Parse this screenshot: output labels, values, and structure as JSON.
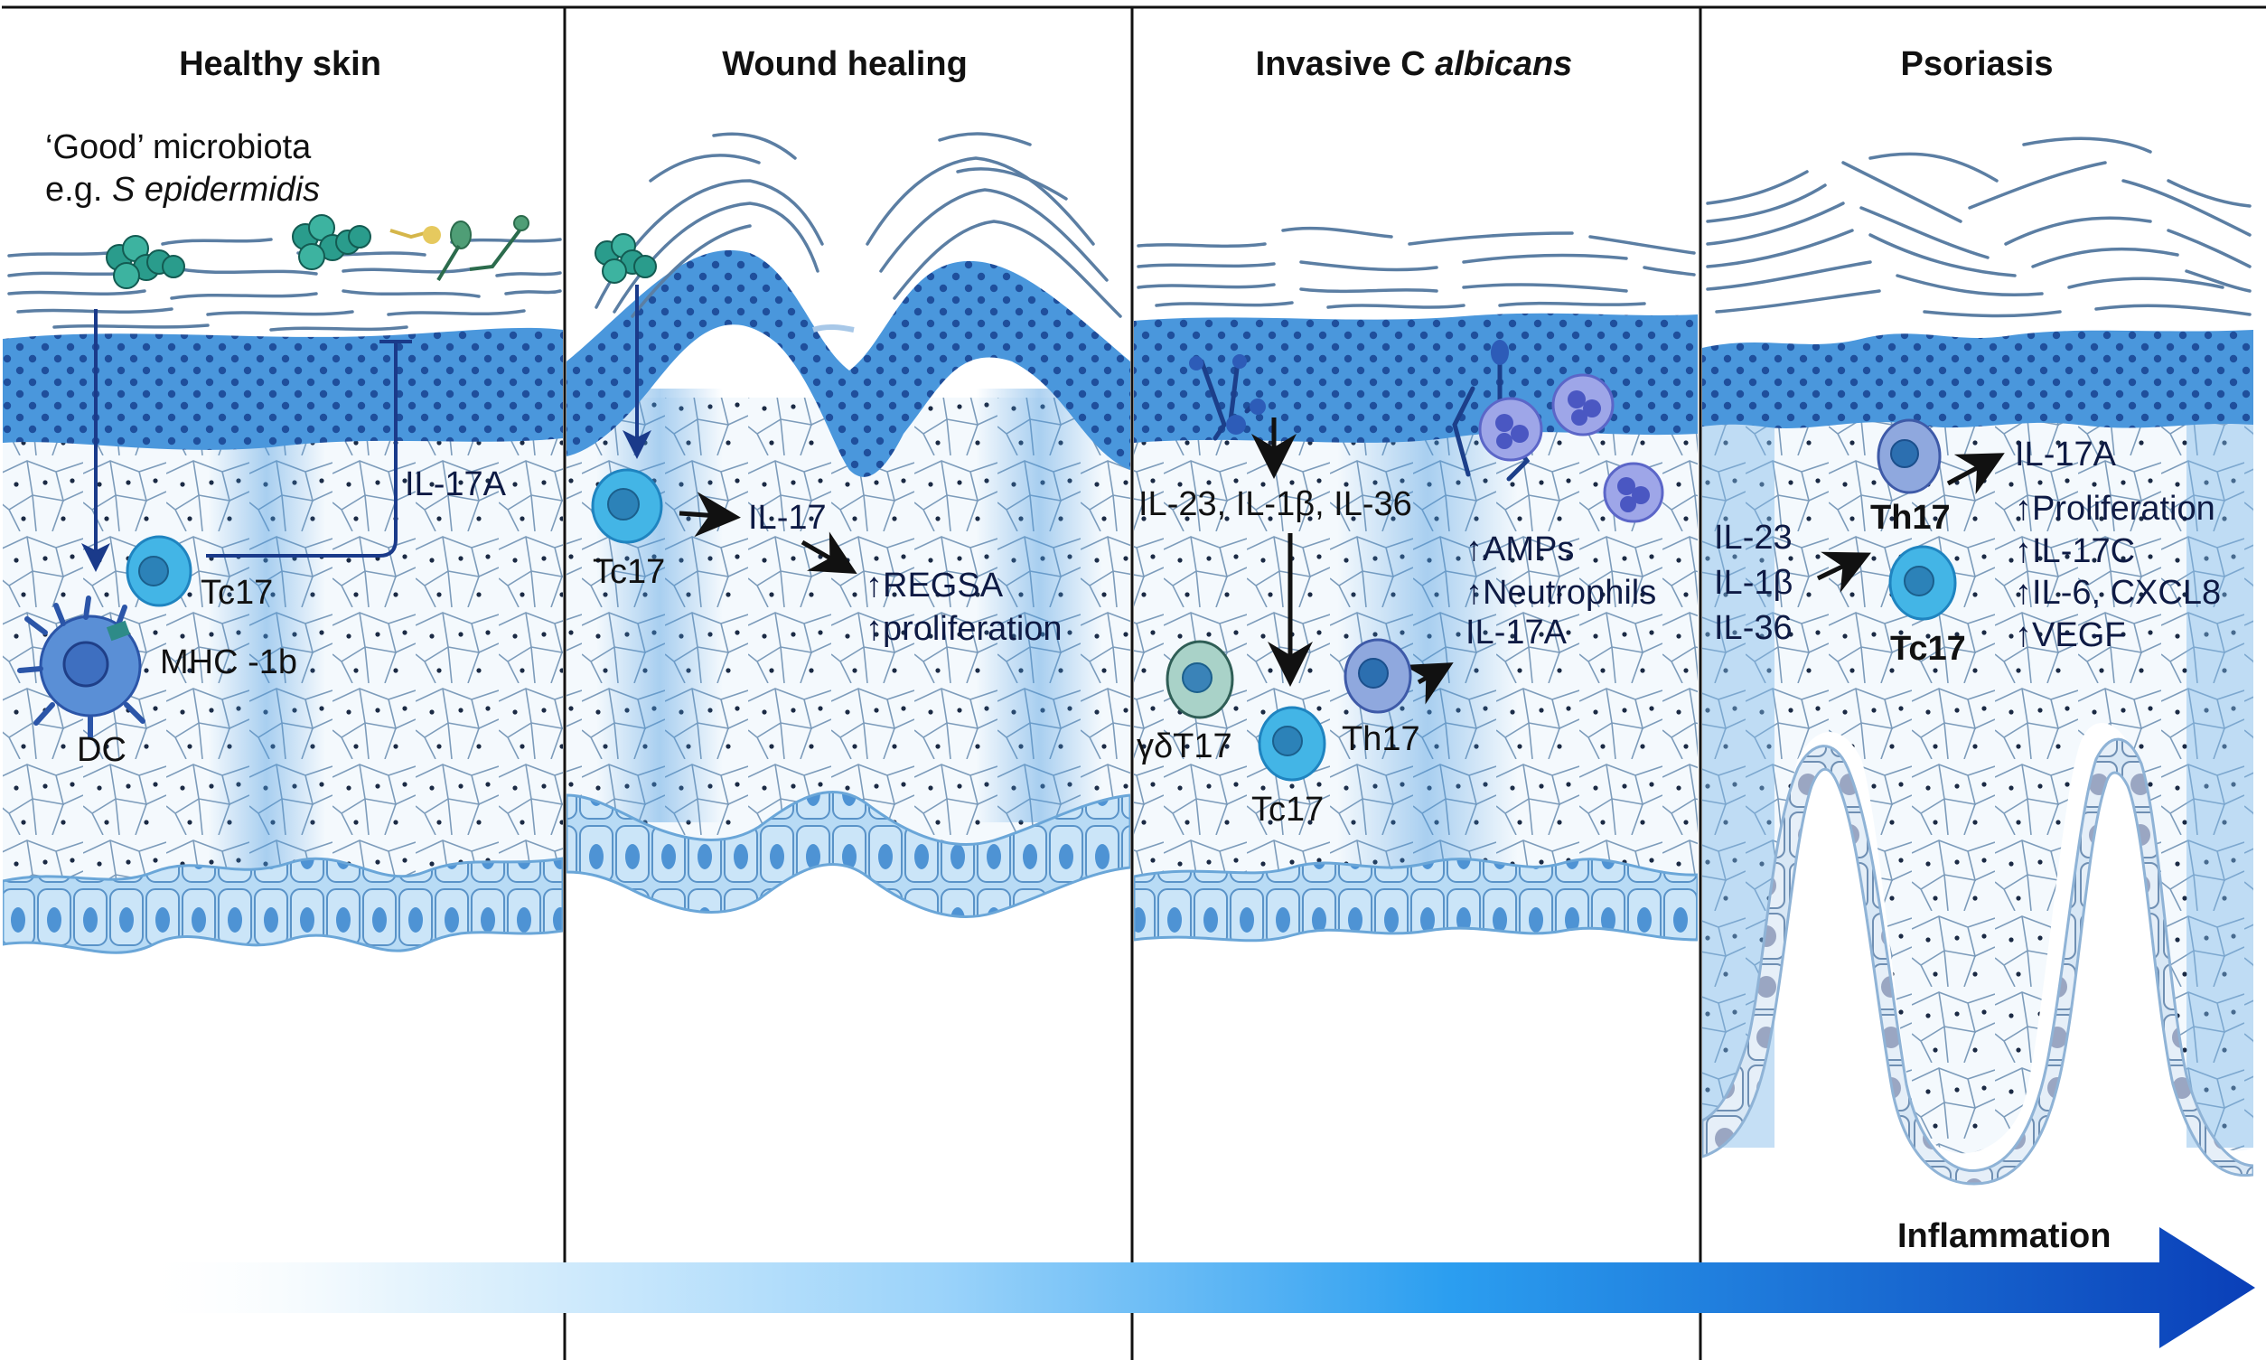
{
  "figure": {
    "panels": [
      {
        "id": "healthy-skin",
        "title": "Healthy skin",
        "microbiota_line1": "‘Good’ microbiota",
        "microbiota_line2_prefix": "e.g. ",
        "microbiota_line2_species": "S epidermidis",
        "labels": {
          "il17a": "IL-17A",
          "tc17": "Tc17",
          "mhc": "MHC -1b",
          "dc": "DC"
        }
      },
      {
        "id": "wound-healing",
        "title": "Wound healing",
        "labels": {
          "tc17": "Tc17",
          "il17": "IL-17",
          "regsa": "REGSA",
          "proliferation": "proliferation"
        }
      },
      {
        "id": "invasive-c-albicans",
        "title_prefix": "Invasive C ",
        "title_species": "albicans",
        "labels": {
          "cytokines": "IL-23, IL-1β, IL-36",
          "amps": "AMPs",
          "neutrophils": "Neutrophils",
          "il17a": "IL-17A",
          "gdt17": "γδT17",
          "tc17": "Tc17",
          "th17": "Th17"
        }
      },
      {
        "id": "psoriasis",
        "title": "Psoriasis",
        "labels": {
          "il23": "IL-23",
          "il1b": "IL-1β",
          "il36": "IL-36",
          "th17": "Th17",
          "tc17": "Tc17",
          "il17a": "IL-17A",
          "proliferation": "Proliferation",
          "il17c": "IL-17C",
          "il6": "IL-6, CXCL8",
          "vegf": "VEGF"
        }
      }
    ],
    "up_arrow_glyph": "↑",
    "inflammation_label": "Inflammation",
    "colors": {
      "stratum_corneum_flake": "#5b7ea3",
      "granular_layer": "#3f8fd6",
      "spinous_bg": "#eaf3fb",
      "basal_cell": "#a9d1f2",
      "microbe_green": "#2a9c8c",
      "tc17_cell": "#43b5e6",
      "th17_cell": "#8fa8de",
      "gdt17_cell": "#a9d2c8",
      "neutrophil": "#8b93e0",
      "inflammation_arrow_start": "#e8f5fd",
      "inflammation_arrow_end": "#0a3fb8"
    }
  }
}
